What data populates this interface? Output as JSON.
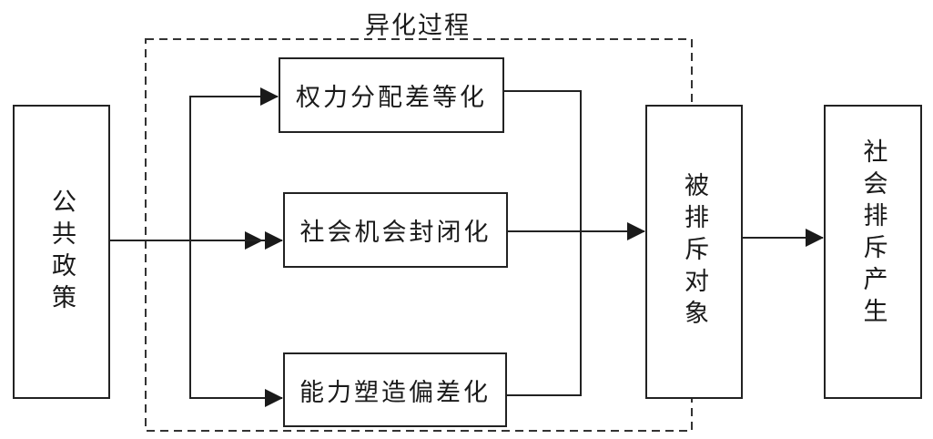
{
  "diagram": {
    "group_title": "异化过程",
    "nodes": {
      "public_policy": "公共政策",
      "power_distribution": "权力分配差等化",
      "opportunity_closure": "社会机会封闭化",
      "capability_deviation": "能力塑造偏差化",
      "excluded_objects": "被排斥对象",
      "social_exclusion": "社会排斥产生"
    },
    "edges": [
      {
        "from": "公共政策",
        "to": "权力分配差等化"
      },
      {
        "from": "公共政策",
        "to": "社会机会封闭化"
      },
      {
        "from": "公共政策",
        "to": "能力塑造偏差化"
      },
      {
        "from": "权力分配差等化",
        "to": "被排斥对象"
      },
      {
        "from": "社会机会封闭化",
        "to": "被排斥对象"
      },
      {
        "from": "能力塑造偏差化",
        "to": "被排斥对象"
      },
      {
        "from": "被排斥对象",
        "to": "社会排斥产生"
      }
    ]
  }
}
